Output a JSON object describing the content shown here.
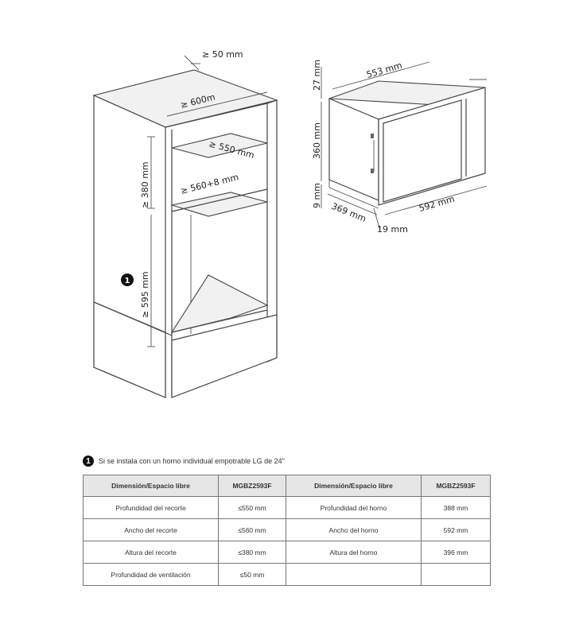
{
  "diagram": {
    "cabinet": {
      "depth_clearance": "≥ 50 mm",
      "top_depth": "≥ 600m",
      "cutout_depth": "≥ 550 mm",
      "cutout_width": "≥ 560+8 mm",
      "cutout_height": "≥ 380 mm",
      "lower_height": "≥ 595 mm",
      "marker": "1"
    },
    "oven": {
      "width_top": "553 mm",
      "frame_top": "27 mm",
      "body_height": "360 mm",
      "bottom_gap": "9 mm",
      "depth": "369 mm",
      "front_depth": "19 mm",
      "front_width": "592 mm"
    }
  },
  "note": {
    "badge": "1",
    "text": "Si se instala con un horno individual empotrable LG de 24\""
  },
  "table": {
    "headers": [
      "Dimensión/Espacio libre",
      "MGBZ2593F",
      "Dimensión/Espacio libre",
      "MGBZ2593F"
    ],
    "rows": [
      [
        "Profundidad del recorte",
        "≤550 mm",
        "Profundidad del horno",
        "388 mm"
      ],
      [
        "Ancho del recorte",
        "≤560 mm",
        "Ancho del horno",
        "592 mm"
      ],
      [
        "Altura del recorte",
        "≤380 mm",
        "Altura del horno",
        "396 mm"
      ],
      [
        "Profundidad de ventilación",
        "≤50 mm",
        "",
        ""
      ]
    ]
  }
}
